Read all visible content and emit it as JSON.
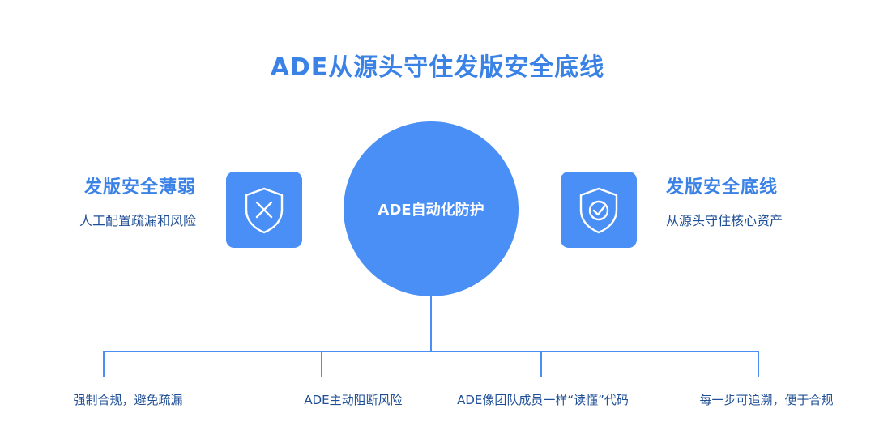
{
  "colors": {
    "primary": "#4a8ff5",
    "title_text": "#3b82e6",
    "sub_text": "#1f4f96",
    "line": "#4a8ff5"
  },
  "title": "ADE从源头守住发版安全底线",
  "left": {
    "title": "发版安全薄弱",
    "subtitle": "人工配置疏漏和风险",
    "icon": "shield-x-icon"
  },
  "right": {
    "title": "发版安全底线",
    "subtitle": "从源头守住核心资产",
    "icon": "shield-check-icon"
  },
  "center": {
    "label": "ADE自动化防护"
  },
  "branches": [
    {
      "label": "强制合规，避免疏漏"
    },
    {
      "label": "ADE主动阻断风险"
    },
    {
      "label": "ADE像团队成员一样“读懂”代码"
    },
    {
      "label": "每一步可追溯，便于合规"
    }
  ]
}
